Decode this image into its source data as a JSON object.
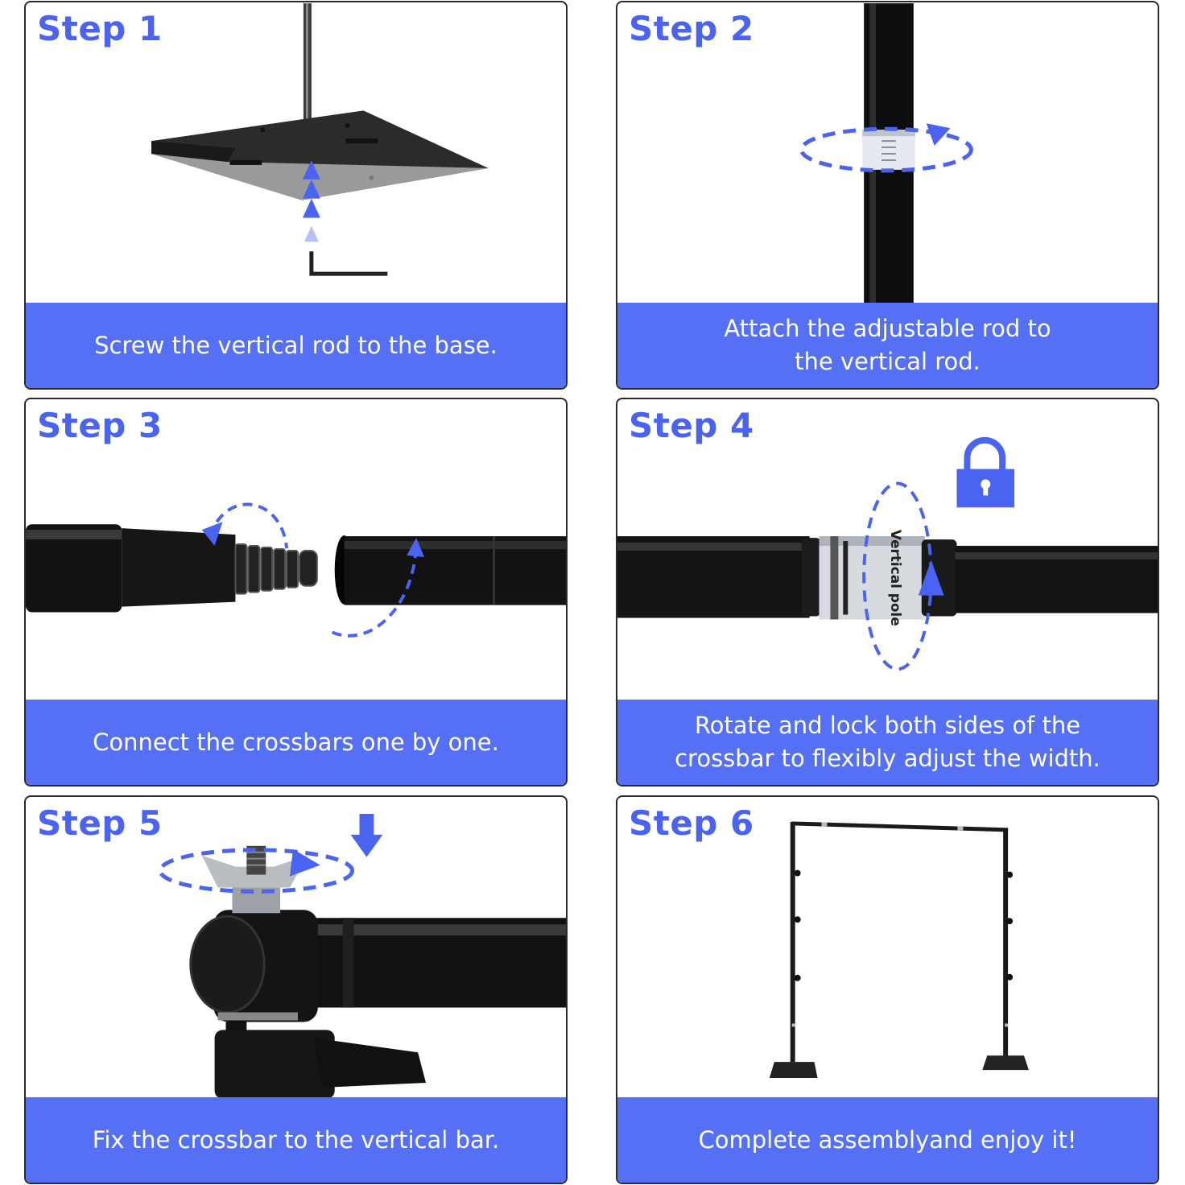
{
  "steps": [
    {
      "title": "Step 1",
      "caption": "Screw the vertical rod to the base."
    },
    {
      "title": "Step 2",
      "caption": "Attach the adjustable rod to the vertical rod.",
      "caption_lines": [
        "Attach the adjustable rod to",
        "the vertical rod."
      ]
    },
    {
      "title": "Step 3",
      "caption": "Connect the crossbars one by one."
    },
    {
      "title": "Step 4",
      "caption": "Rotate and lock both sides of the crossbar to flexibly adjust the width.",
      "caption_lines": [
        "Rotate and lock both sides of the",
        "crossbar to flexibly adjust the width."
      ],
      "pole_label": "Vertical pole"
    },
    {
      "title": "Step 5",
      "caption": "Fix the crossbar to the vertical bar."
    },
    {
      "title": "Step 6",
      "caption": "Complete assemblyand enjoy it!"
    }
  ],
  "colors": {
    "accent": "#4a63f0",
    "caption_bg": "#5570f5",
    "rod": "#111111"
  },
  "icons": [
    "up-arrows-icon",
    "rotate-arrow-icon",
    "lock-icon",
    "down-arrow-icon"
  ]
}
